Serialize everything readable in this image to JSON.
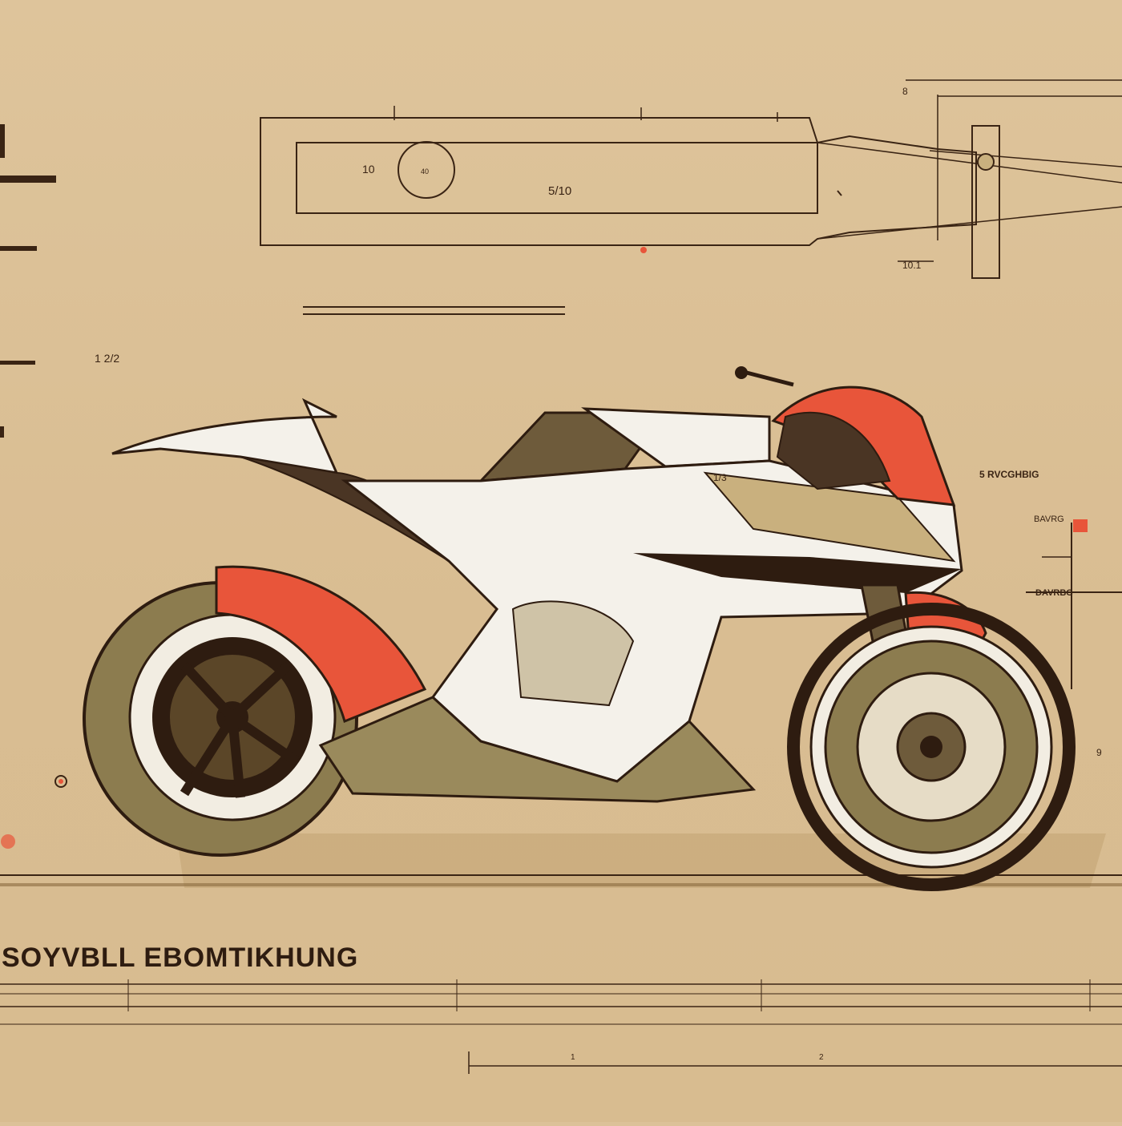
{
  "drawing": {
    "title": "SOYVBLL EBOMTIKHUNG",
    "colors": {
      "paper": "#dcc198",
      "ink": "#3a2414",
      "accent_red": "#e8553a",
      "fairing_white": "#f4f1ea",
      "olive": "#8a7a4e"
    }
  },
  "labels": {
    "bore_label": "10",
    "circle_label": "40",
    "length_label": "5/10",
    "dim_left_top": "8",
    "dim_scale": "1 2/2",
    "dim_small": "10.1",
    "spec_1": "5 RVCGHBIG",
    "spec_2": "BAVRG",
    "spec_3": "DAVRBG",
    "number_right": "9",
    "sketch_note": "1/3",
    "footer_numbers": [
      "1",
      "2"
    ]
  }
}
